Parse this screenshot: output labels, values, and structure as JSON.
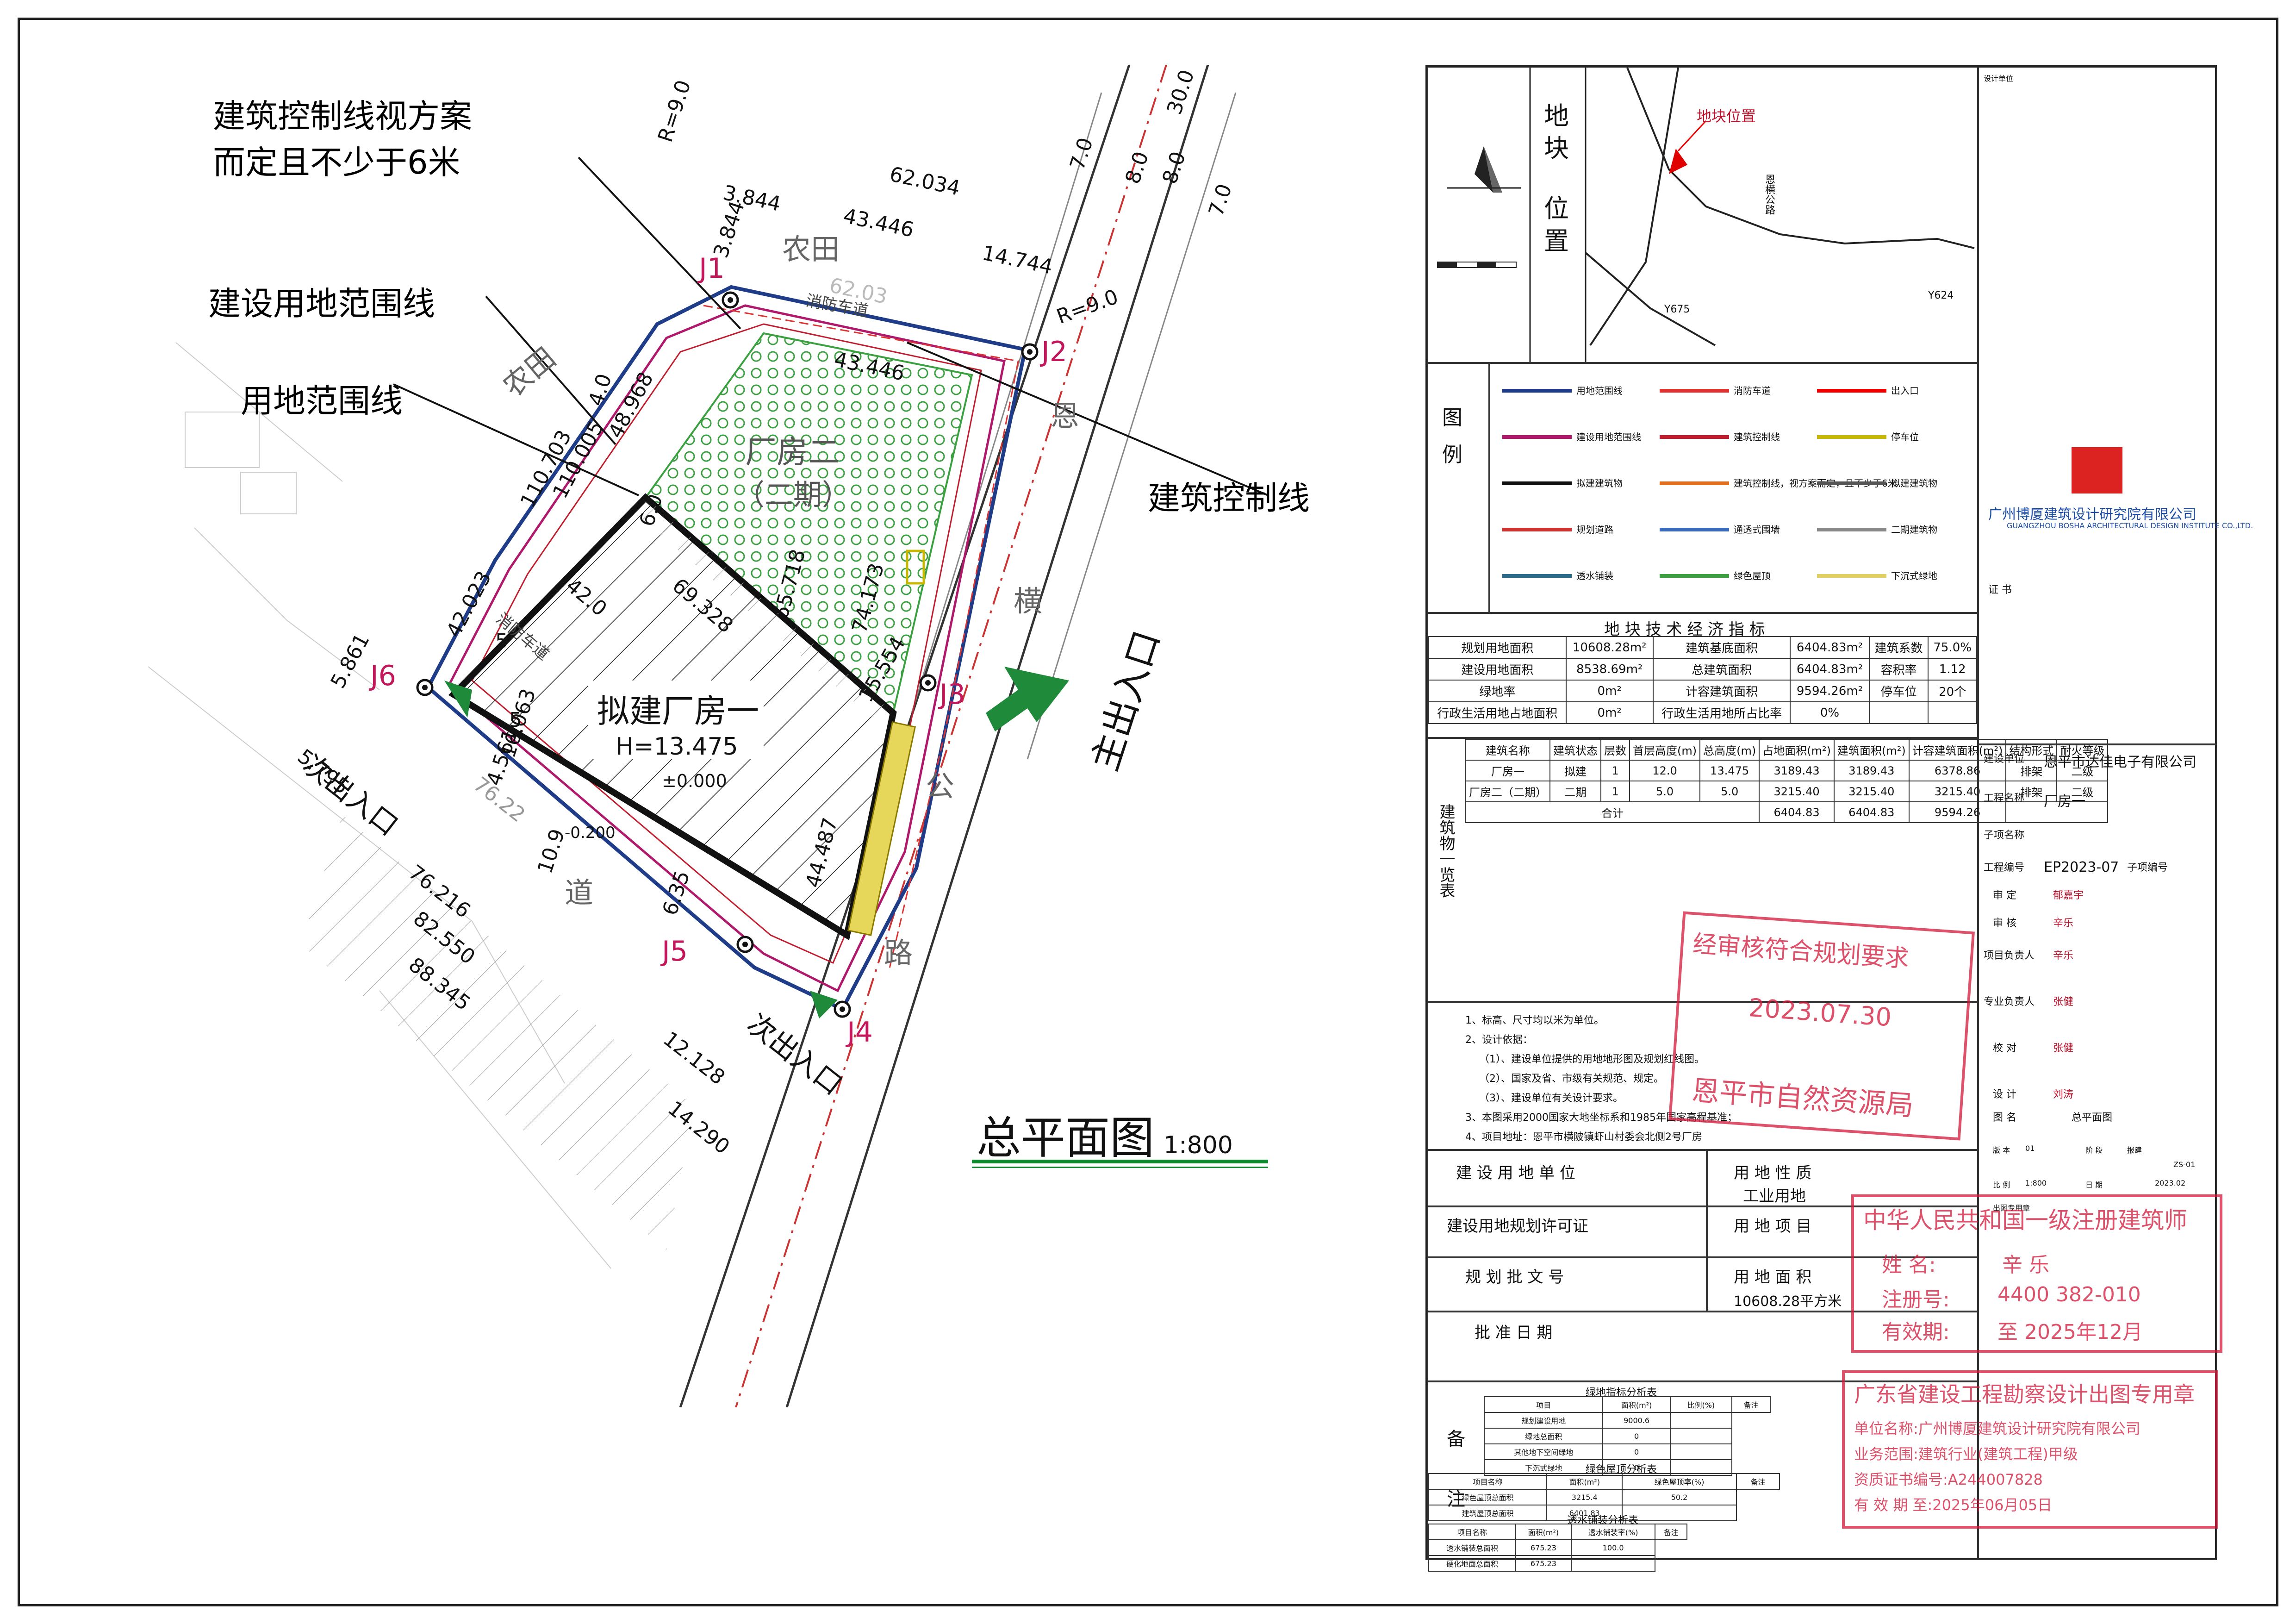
{
  "annotations": {
    "control_line_a_l1": "建筑控制线视方案",
    "control_line_a_l2": "而定且不少于6米",
    "construction_boundary": "建设用地范围线",
    "land_boundary": "用地范围线",
    "control_line": "建筑控制线",
    "main_entrance": "主出入口",
    "secondary_entrance_1": "次出入口",
    "secondary_entrance_2": "次出入口",
    "farmland_1": "农田",
    "farmland_2": "农田",
    "fire_lane_1": "消防车道",
    "fire_lane_2": "消防车道",
    "road_name_1": "恩",
    "road_name_2": "横",
    "road_name_3": "公",
    "road_name_4": "路",
    "road_name_5": "道"
  },
  "buildings": {
    "factory2_l1": "厂房二",
    "factory2_l2": "（二期）",
    "factory1_name": "拟建厂房一",
    "factory1_height": "H=13.475",
    "factory1_elev": "±0.000",
    "lower_elev": "-0.200"
  },
  "points": [
    "J1",
    "J2",
    "J3",
    "J4",
    "J5",
    "J6"
  ],
  "dimensions": {
    "d30": "30.0",
    "d7a": "7.0",
    "d8a": "8.0",
    "d8b": "8.0",
    "d7b": "7.0",
    "r9a": "R=9.0",
    "r9b": "R=9.0",
    "d62034": "62.034",
    "d43446": "43.446",
    "d14744": "14.744",
    "d3844": "3.844",
    "d3844b": "3.844",
    "d6203": "62.03",
    "d43446b": "43.446",
    "d48968": "48.968",
    "d110703": "110.703",
    "d110005": "110.005",
    "d42023": "42.023",
    "d74173": "74.173",
    "d65718": "65.718",
    "d69328": "69.328",
    "d420": "42.0",
    "d15554": "15.554",
    "d5861": "5.861",
    "d5795": "5.795",
    "d76216": "76.216",
    "d82550": "82.550",
    "d88345": "88.345",
    "d76222": "76.22",
    "d16063": "16.063",
    "d4561": "4.561",
    "d109": "10.9",
    "d44487": "44.487",
    "d12128": "12.128",
    "d14290": "14.290",
    "d6": "6.0",
    "d4": "4.0",
    "d5": "5",
    "d635": "6.35",
    "d5b": "5"
  },
  "title": {
    "main": "总平面图",
    "scale": "1:800"
  },
  "location": {
    "label_l1": "地",
    "label_l2": "块",
    "label_l3": "位",
    "label_l4": "置",
    "site": "地块位置",
    "road_y675": "Y675",
    "road_y624": "Y624",
    "road_en": "恩横公路"
  },
  "legend": {
    "title_1": "图",
    "title_2": "例",
    "items": [
      {
        "label": "用地范围线",
        "color": "#1f3c88"
      },
      {
        "label": "消防车道",
        "color": "#d33"
      },
      {
        "label": "出入口",
        "color": "#e00"
      },
      {
        "label": "建设用地范围线",
        "color": "#b0186c"
      },
      {
        "label": "建筑控制线",
        "color": "#c01d2e"
      },
      {
        "label": "停车位",
        "color": "#c9b800"
      },
      {
        "label": "拟建建筑物",
        "color": "#111"
      },
      {
        "label": "建筑控制线，视方案而定，且不少于6米",
        "color": "#e07020"
      },
      {
        "label": "拟建建筑物",
        "color": "#555"
      },
      {
        "label": "规划道路",
        "color": "#c33"
      },
      {
        "label": "通透式围墙",
        "color": "#3a6ab8"
      },
      {
        "label": "二期建筑物",
        "color": "#888"
      },
      {
        "label": "透水铺装",
        "color": "#2a6a8a"
      },
      {
        "label": "绿色屋顶",
        "color": "#3aa040"
      },
      {
        "label": "下沉式绿地",
        "color": "#e0d060"
      }
    ]
  },
  "indicators": {
    "title": "地 块 技 术 经 济 指 标",
    "rows": [
      [
        "规划用地面积",
        "10608.28m²",
        "建筑基底面积",
        "6404.83m²",
        "建筑系数",
        "75.0%"
      ],
      [
        "建设用地面积",
        "8538.69m²",
        "总建筑面积",
        "6404.83m²",
        "容积率",
        "1.12"
      ],
      [
        "绿地率",
        "0m²",
        "计容建筑面积",
        "9594.26m²",
        "停车位",
        "20个"
      ],
      [
        "行政生活用地占地面积",
        "0m²",
        "行政生活用地所占比率",
        "0%",
        "",
        ""
      ]
    ]
  },
  "building_table": {
    "side_label": "建筑物一览表",
    "headers": [
      "建筑名称",
      "建筑状态",
      "层数",
      "首层高度(m)",
      "总高度(m)",
      "占地面积(m²)",
      "建筑面积(m²)",
      "计容建筑面积(m²)",
      "结构形式",
      "耐火等级"
    ],
    "rows": [
      [
        "厂房一",
        "拟建",
        "1",
        "12.0",
        "13.475",
        "3189.43",
        "3189.43",
        "6378.86",
        "排架",
        "二级"
      ],
      [
        "厂房二（二期）",
        "二期",
        "1",
        "5.0",
        "5.0",
        "3215.40",
        "3215.40",
        "3215.40",
        "排架",
        "二级"
      ]
    ],
    "total_label": "合计",
    "total_values": [
      "6404.83",
      "6404.83",
      "9594.26"
    ]
  },
  "notes": [
    "1、标高、尺寸均以米为单位。",
    "2、设计依据：",
    "（1）、建设单位提供的用地地形图及规划红线图。",
    "（2）、国家及省、市级有关规范、规定。",
    "（3）、建设单位有关设计要求。",
    "3、本图采用2000国家大地坐标系和1985年国家高程基准；",
    "4、项目地址：恩平市横陂镇虾山村委会北侧2号厂房"
  ],
  "land_info": {
    "unit_label": "建 设 用 地 单 位",
    "nature_label": "用 地 性 质",
    "nature_value": "工业用地",
    "permit_label": "建设用地规划许可证",
    "project_label": "用 地 项 目",
    "approval_label": "规 划 批 文 号",
    "area_label": "用 地 面 积",
    "area_value": "10608.28平方米",
    "date_label": "批 准 日 期"
  },
  "remarks": {
    "label_l1": "备",
    "label_l2": "注",
    "green_title": "绿地指标分析表",
    "green_headers": [
      "项目",
      "面积(m²)",
      "比例(%)",
      "备注"
    ],
    "green_rows": [
      [
        "规划建设用地",
        "9000.6",
        ""
      ],
      [
        "绿地总面积",
        "0",
        ""
      ],
      [
        "其他地下空间绿地",
        "0",
        ""
      ],
      [
        "下沉式绿地",
        "0",
        ""
      ]
    ],
    "roof_title": "绿色屋顶分析表",
    "roof_headers": [
      "项目名称",
      "面积(m²)",
      "绿色屋顶率(%)",
      "备注"
    ],
    "roof_rows": [
      [
        "绿色屋顶总面积",
        "3215.4",
        "50.2"
      ],
      [
        "建筑屋顶总面积",
        "6401.83",
        ""
      ]
    ],
    "perm_title": "透水铺装分析表",
    "perm_headers": [
      "项目名称",
      "面积(m²)",
      "透水铺装率(%)",
      "备注"
    ],
    "perm_rows": [
      [
        "透水铺装总面积",
        "675.23",
        "100.0"
      ],
      [
        "硬化地面总面积",
        "675.23",
        ""
      ]
    ]
  },
  "title_block": {
    "institute": "广州博厦建筑设计研究院有限公司",
    "institute_en": "GUANGZHOU BOSHA ARCHITECTURAL DESIGN INSTITUTE CO.,LTD.",
    "design_inst": "设计单位",
    "cert_label": "证 书",
    "client_label": "建设单位",
    "client": "恩平市达佳电子有限公司",
    "project_label": "工程名称",
    "project": "厂房一",
    "subproject_label": "子项名称",
    "project_no_label": "工程编号",
    "project_no": "EP2023-07",
    "sub_no_label": "子项编号",
    "approved_label": "审 定",
    "approved_by": "郁嘉宇",
    "checked_label": "审 核",
    "checked_by": "辛乐",
    "manager_label": "项目负责人",
    "manager": "辛乐",
    "pro_label": "专业负责人",
    "pro": "张健",
    "verify_label": "校 对",
    "verify": "张健",
    "design_label": "设 计",
    "designer": "刘涛",
    "drawing_title_label": "图 名",
    "drawing_title": "总平面图",
    "version_label": "版 本",
    "version": "01",
    "stage_label": "阶 段",
    "stage": "报建",
    "drawing_no": "ZS-01",
    "scale_label": "比 例",
    "scale": "1:800",
    "date_label": "日 期",
    "date": "2023.02",
    "stamp_label": "出图专用章"
  },
  "stamps": {
    "review_l1": "经审核符合规划要求",
    "review_date": "2023.07.30",
    "review_l2": "恩平市自然资源局",
    "architect_title": "中华人民共和国一级注册建筑师",
    "architect_name_label": "姓 名:",
    "architect_name": "辛 乐",
    "architect_reg_label": "注册号:",
    "architect_reg": "4400 382-010",
    "architect_valid_label": "有效期:",
    "architect_valid": "至 2025年12月",
    "design_stamp_title": "广东省建设工程勘察设计出图专用章",
    "design_unit": "单位名称:广州博厦建筑设计研究院有限公司",
    "design_scope": "业务范围:建筑行业(建筑工程)甲级",
    "design_cert": "资质证书编号:A244007828",
    "design_valid": "有 效 期 至:2025年06月05日"
  },
  "colors": {
    "land_line": "#1f3c88",
    "construction_line": "#b0186c",
    "control_line": "#c01d2e",
    "green_roof": "#3aa040",
    "stamp_red": "#d2183a",
    "title_green": "#0a8a2a",
    "marker_green": "#1e8a3a"
  }
}
